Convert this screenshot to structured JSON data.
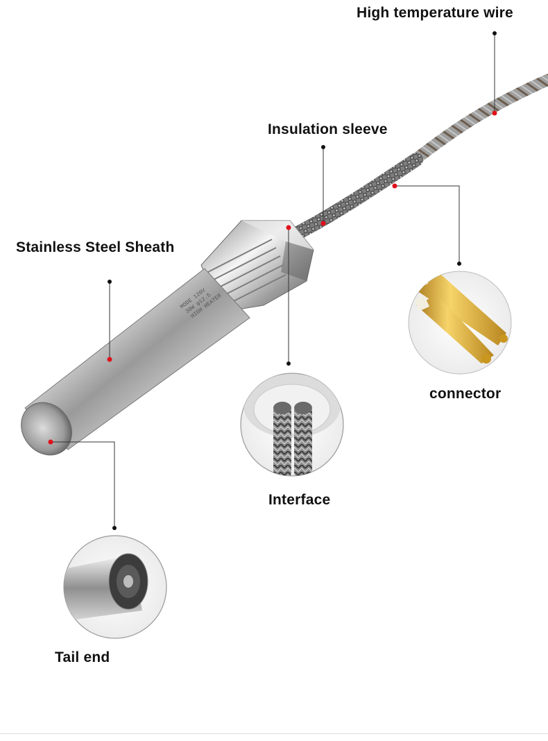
{
  "labels": {
    "high_temp_wire": "High temperature wire",
    "insulation_sleeve": "Insulation sleeve",
    "stainless_sheath": "Stainless Steel Sheath",
    "connector": "connector",
    "interface": "Interface",
    "tail_end": "Tail end"
  },
  "sheath_engraving": {
    "line1": "MODE  120V",
    "line2": "30W  φ12.5",
    "line3": "HIGH  HEATER"
  },
  "colors": {
    "callout_point": "#e0101a",
    "leader_line": "#333333",
    "text": "#111111",
    "steel_light": "#eeeeee",
    "steel_dark": "#7a7a7a",
    "brass": "#d9a520",
    "braid": "#8a8a8a"
  }
}
